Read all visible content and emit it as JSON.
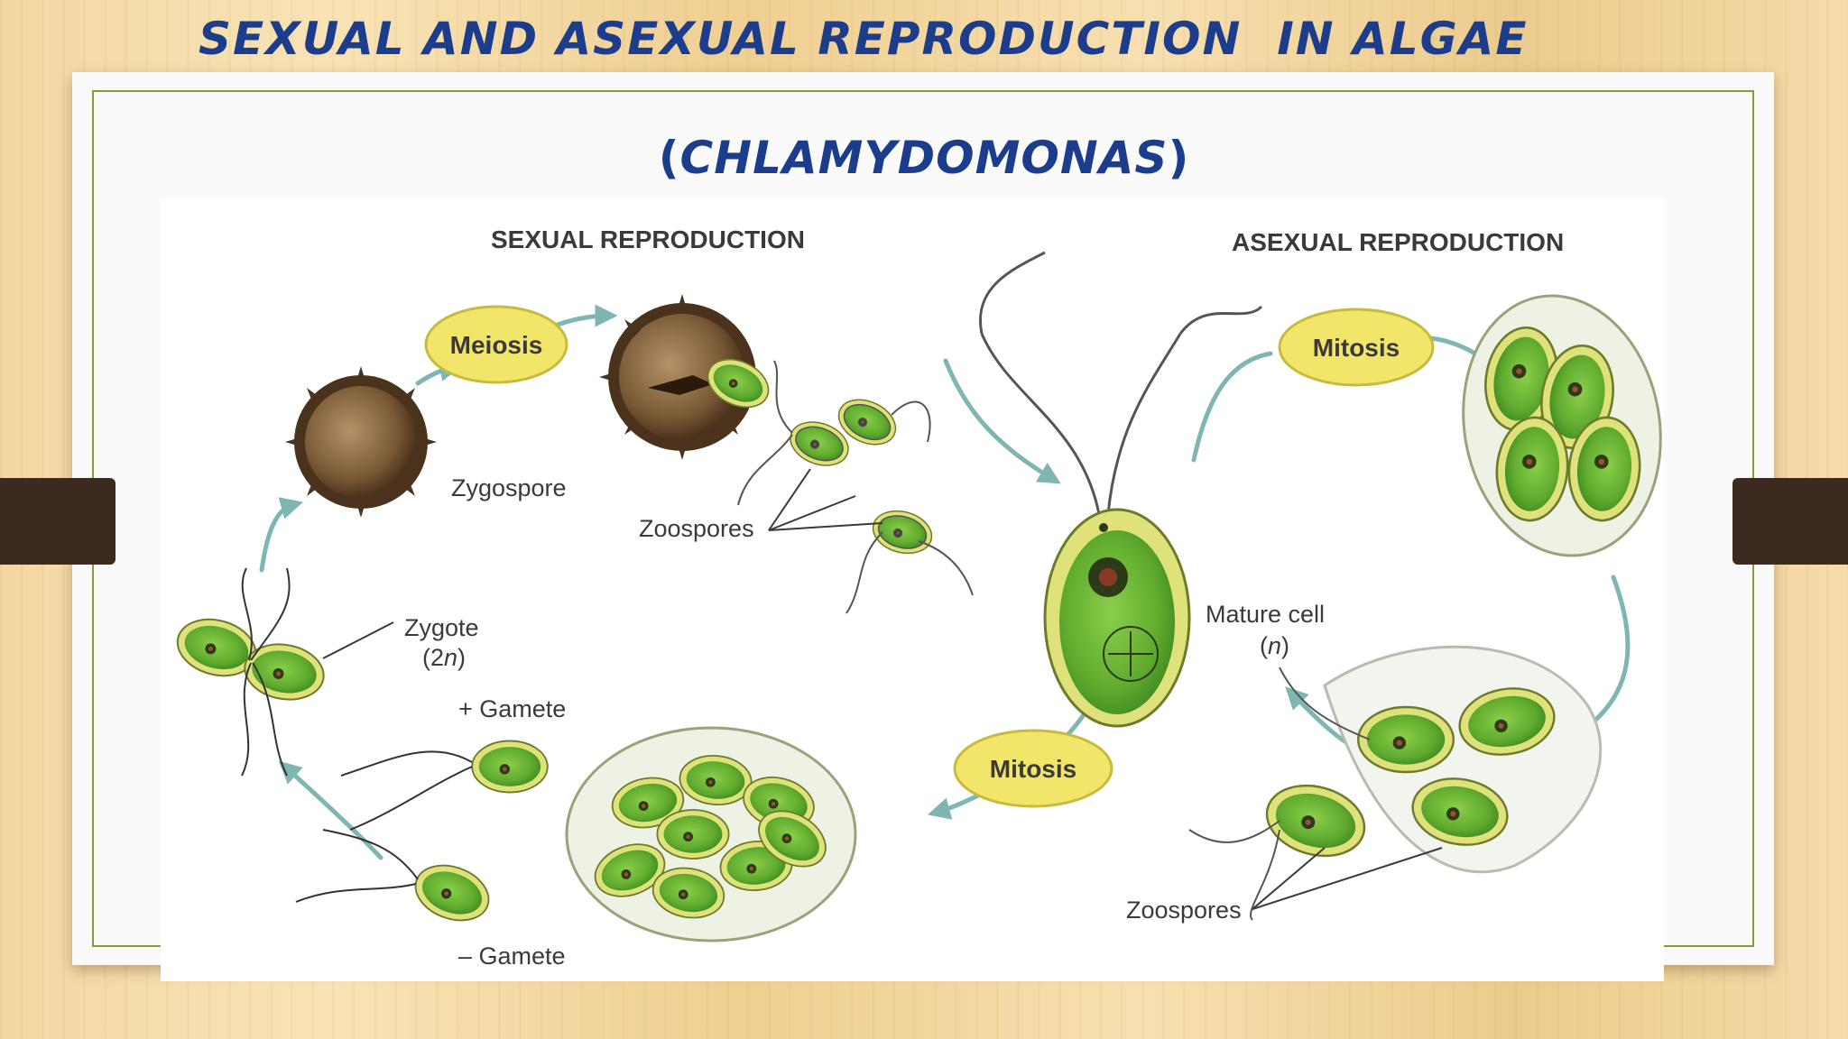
{
  "slide": {
    "title": "SEXUAL AND ASEXUAL REPRODUCTION  IN ALGAE",
    "subtitle_open": "(",
    "subtitle_name": "CHLAMYDOMONAS",
    "subtitle_close": ")"
  },
  "diagram": {
    "sexual_heading": "SEXUAL REPRODUCTION",
    "asexual_heading": "ASEXUAL REPRODUCTION",
    "meiosis": "Meiosis",
    "mitosis_top": "Mitosis",
    "mitosis_bottom": "Mitosis",
    "zygospore": "Zygospore",
    "zoospores_sexual": "Zoospores",
    "zygote": "Zygote",
    "zygote_ploidy_open": "(2",
    "zygote_ploidy_n": "n",
    "zygote_ploidy_close": ")",
    "plus_gamete": "+ Gamete",
    "minus_gamete": "– Gamete",
    "mature_cell": "Mature cell",
    "mature_ploidy_open": "(",
    "mature_ploidy_n": "n",
    "mature_ploidy_close": ")",
    "zoospores_asexual": "Zoospores"
  },
  "colors": {
    "title_blue": "#1c3c8c",
    "cell_green": "#6fb33a",
    "cell_rim": "#d8de6a",
    "arrow_teal": "#7fb5b2",
    "oval_yellow": "#f2e66a",
    "spore_brown": "#7a5a36"
  }
}
